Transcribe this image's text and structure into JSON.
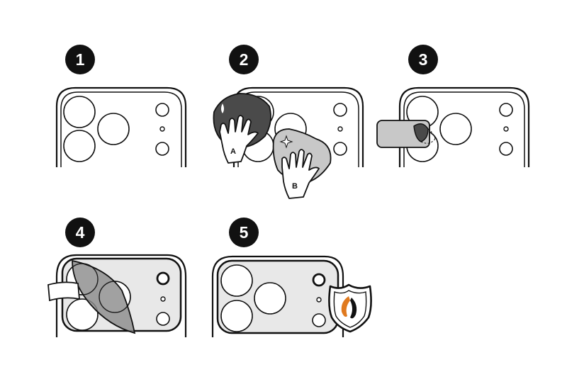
{
  "steps": [
    {
      "number": "1"
    },
    {
      "number": "2",
      "hand_labels": [
        "A",
        "B"
      ]
    },
    {
      "number": "3"
    },
    {
      "number": "4"
    },
    {
      "number": "5"
    }
  ],
  "colors": {
    "ink": "#111111",
    "wipe_dark": "#4a4a4a",
    "wipe_light": "#c8c8c8",
    "film_gray": "#8c8c8c",
    "protector_fill": "#e8e8e8",
    "shield_orange": "#e07a1f"
  },
  "icons": [
    "step-badge",
    "camera-module",
    "cleaning-wipe",
    "hand",
    "protective-film",
    "shield-icon"
  ]
}
